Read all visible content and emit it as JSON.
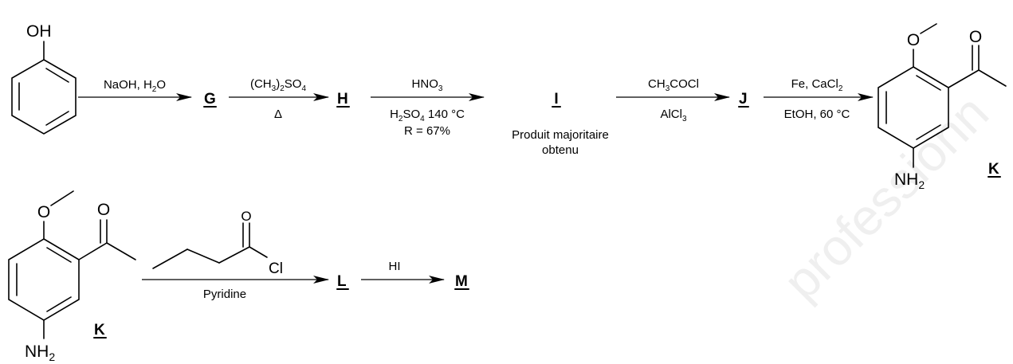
{
  "watermark": "professionn",
  "row1": {
    "start_label": "OH",
    "step1": {
      "above": [
        "NaOH, H",
        {
          "sub": "2"
        },
        "O"
      ]
    },
    "G": "G",
    "step2": {
      "above": [
        "(CH",
        {
          "sub": "3"
        },
        ")",
        {
          "sub": "2"
        },
        "SO",
        {
          "sub": "4"
        }
      ],
      "below": [
        "Δ"
      ]
    },
    "H": "H",
    "step3": {
      "above": [
        "HNO",
        {
          "sub": "3"
        }
      ],
      "below": [
        "H",
        {
          "sub": "2"
        },
        "SO",
        {
          "sub": "4"
        },
        " 140 °C"
      ],
      "below2": [
        "R = 67%"
      ]
    },
    "I": "I",
    "I_note1": "Produit majoritaire",
    "I_note2": "obtenu",
    "step4": {
      "above": [
        "CH",
        {
          "sub": "3"
        },
        "COCl"
      ],
      "below": [
        "AlCl",
        {
          "sub": "3"
        }
      ]
    },
    "J": "J",
    "step5": {
      "above": [
        "Fe, CaCl",
        {
          "sub": "2"
        }
      ],
      "below": [
        "EtOH, 60 °C"
      ]
    },
    "K_labels": {
      "O_ether": "O",
      "O_ketone": "O",
      "amine": "NH",
      "amine_sub": "2"
    },
    "K": "K"
  },
  "row2": {
    "K_labels": {
      "O_ether": "O",
      "O_ketone": "O",
      "amine": "NH",
      "amine_sub": "2"
    },
    "K": "K",
    "reagent_labels": {
      "O": "O",
      "Cl": "Cl"
    },
    "step6": {
      "below": [
        "Pyridine"
      ]
    },
    "L": "L",
    "step7": {
      "above": [
        "HI"
      ]
    },
    "M": "M"
  }
}
